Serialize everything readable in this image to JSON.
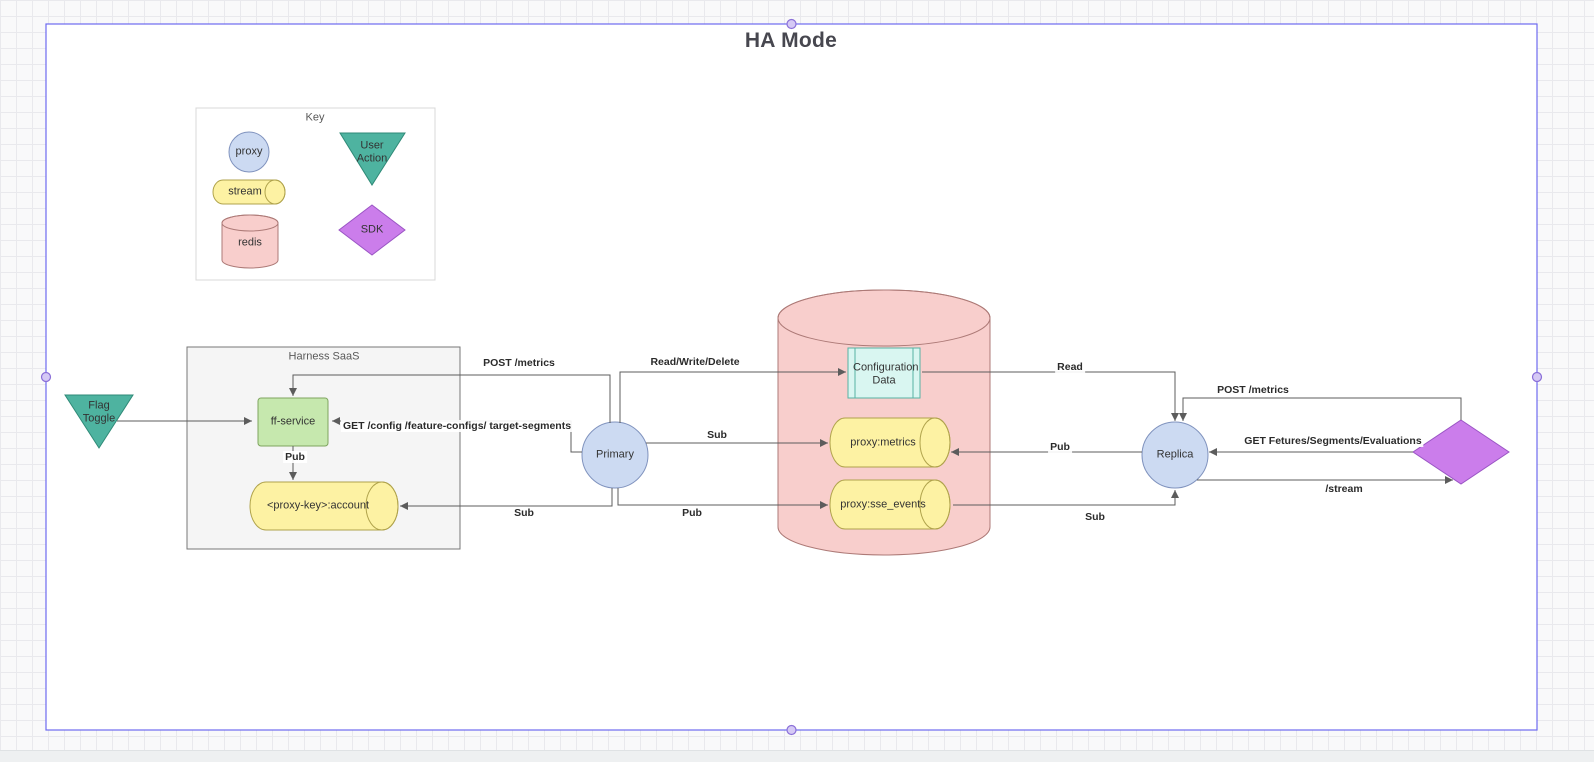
{
  "title": "HA Mode",
  "palette": {
    "selection": "#6d6af0",
    "handle-fill": "#d5c9f5",
    "handle-stroke": "#8a6fd8",
    "edge": "#5c5c5c",
    "label": "#333333",
    "title-color": "#47474f",
    "page-fill": "#ffffff",
    "blue-fill": "#ccdaf2",
    "blue-stroke": "#8093be",
    "teal-fill": "#4eb3a0",
    "teal-stroke": "#2f8a77",
    "yellow-fill": "#fdf2a3",
    "yellow-stroke": "#b0a34c",
    "pink-fill": "#f8cecc",
    "pink-stroke": "#ad7a77",
    "green-fill": "#c6e8ae",
    "green-stroke": "#7fa55f",
    "cyan-fill": "#d9f6f1",
    "cyan-stroke": "#56b3a4",
    "purple-fill": "#cb7deb",
    "purple-stroke": "#9a55c4",
    "graybox-fill": "#f5f5f5",
    "graybox-stroke": "#777777",
    "keybox-stroke": "#d8d8d8"
  },
  "legend": {
    "title": "Key",
    "proxy": "proxy",
    "user_action": "User Action",
    "stream": "stream",
    "redis": "redis",
    "sdk": "SDK"
  },
  "nodes": {
    "flag_toggle": "Flag Toggle",
    "harness_saas": "Harness SaaS",
    "ff_service": "ff-service",
    "account_stream": "<proxy-key>:account",
    "primary": "Primary",
    "replica": "Replica",
    "config_data": "Configuration Data",
    "metrics_stream": "proxy:metrics",
    "sse_stream": "proxy:sse_events"
  },
  "edges": {
    "post_metrics_left": "POST /metrics",
    "read_write_delete": "Read/Write/Delete",
    "get_config": "GET /config /feature-configs/ target-segments",
    "pub_ff": "Pub",
    "sub_metrics": "Sub",
    "sub_account": "Sub",
    "pub_sse": "Pub",
    "read_replica": "Read",
    "pub_metrics": "Pub",
    "sub_sse": "Sub",
    "post_metrics_right": "POST /metrics",
    "get_features": "GET Fetures/Segments/Evaluations",
    "stream": "/stream"
  }
}
